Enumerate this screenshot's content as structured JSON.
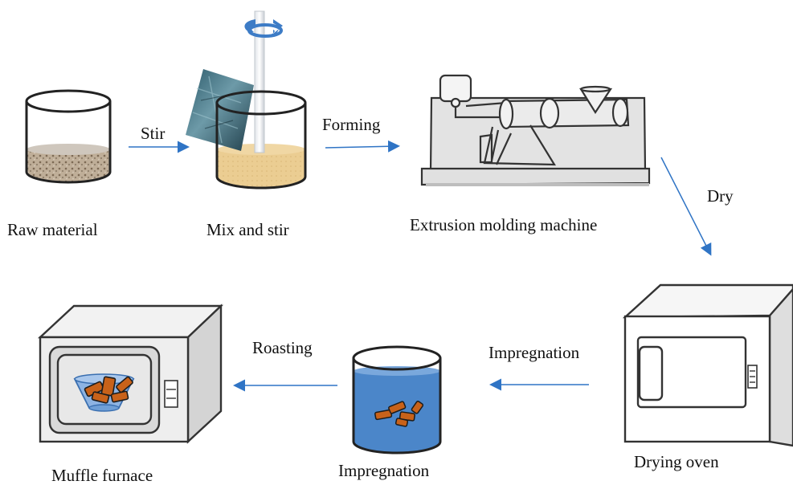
{
  "labels": {
    "raw_material": "Raw material",
    "mix_and_stir": "Mix and stir",
    "extrusion_machine": "Extrusion molding machine",
    "drying_oven": "Drying oven",
    "impregnation": "Impregnation",
    "muffle_furnace": "Muffle furnace"
  },
  "arrows": {
    "stir": "Stir",
    "forming": "Forming",
    "dry": "Dry",
    "impregnation": "Impregnation",
    "roasting": "Roasting"
  },
  "colors": {
    "arrow": "#2f74c5",
    "outline": "#222222",
    "gravel": "#b8a690",
    "sand": "#e8c98a",
    "liquid": "#4b86c9",
    "pellet": "#c8621a",
    "rotation_arrow": "#3d7cc6",
    "machine_fill": "#e3e3e3"
  }
}
